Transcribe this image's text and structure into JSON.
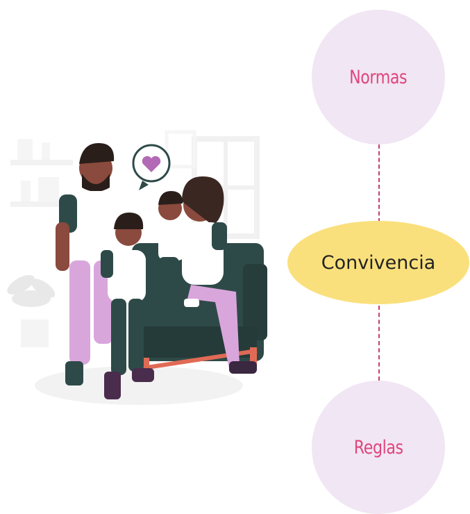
{
  "colors": {
    "node_fill": "#F1E6F4",
    "center_fill": "#FAE07C",
    "label_pink": "#E0457B",
    "dash_color": "#C43E75"
  },
  "nodes": {
    "top": {
      "label": "Normas"
    },
    "center": {
      "label": "Convivencia"
    },
    "bottom": {
      "label": "Reglas"
    }
  },
  "illustration": {
    "subject": "family-sitting-on-sofa-illustration"
  }
}
